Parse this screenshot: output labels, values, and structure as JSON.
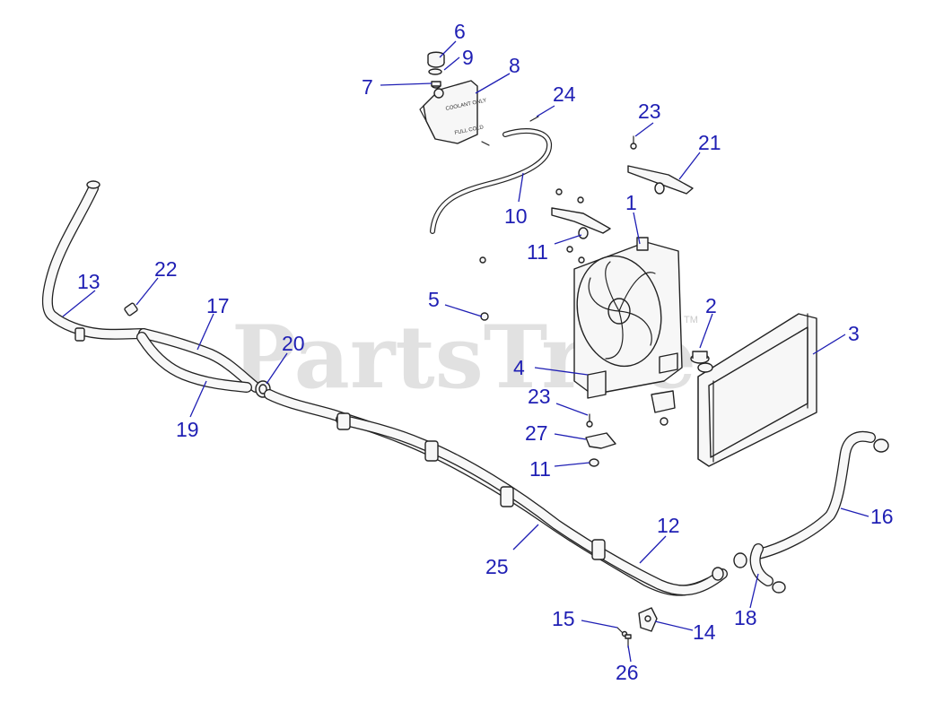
{
  "watermark": {
    "text": "PartsTree",
    "tm": "TM"
  },
  "tank_labels": {
    "upper": "COOLANT ONLY",
    "lower": "FULL COLD"
  },
  "callouts": [
    {
      "id": "1",
      "text": "1"
    },
    {
      "id": "2",
      "text": "2"
    },
    {
      "id": "3",
      "text": "3"
    },
    {
      "id": "4",
      "text": "4"
    },
    {
      "id": "5",
      "text": "5"
    },
    {
      "id": "6",
      "text": "6"
    },
    {
      "id": "7",
      "text": "7"
    },
    {
      "id": "8",
      "text": "8"
    },
    {
      "id": "9",
      "text": "9"
    },
    {
      "id": "10",
      "text": "10"
    },
    {
      "id": "11a",
      "text": "11"
    },
    {
      "id": "11b",
      "text": "11"
    },
    {
      "id": "12",
      "text": "12"
    },
    {
      "id": "13",
      "text": "13"
    },
    {
      "id": "14",
      "text": "14"
    },
    {
      "id": "15",
      "text": "15"
    },
    {
      "id": "16",
      "text": "16"
    },
    {
      "id": "17",
      "text": "17"
    },
    {
      "id": "18",
      "text": "18"
    },
    {
      "id": "19",
      "text": "19"
    },
    {
      "id": "20",
      "text": "20"
    },
    {
      "id": "21",
      "text": "21"
    },
    {
      "id": "22",
      "text": "22"
    },
    {
      "id": "23a",
      "text": "23"
    },
    {
      "id": "23b",
      "text": "23"
    },
    {
      "id": "24",
      "text": "24"
    },
    {
      "id": "25",
      "text": "25"
    },
    {
      "id": "26",
      "text": "26"
    },
    {
      "id": "27",
      "text": "27"
    }
  ],
  "colors": {
    "callout": "#1f1fb4",
    "outline": "#222222",
    "watermark": "#c9c9c9"
  }
}
